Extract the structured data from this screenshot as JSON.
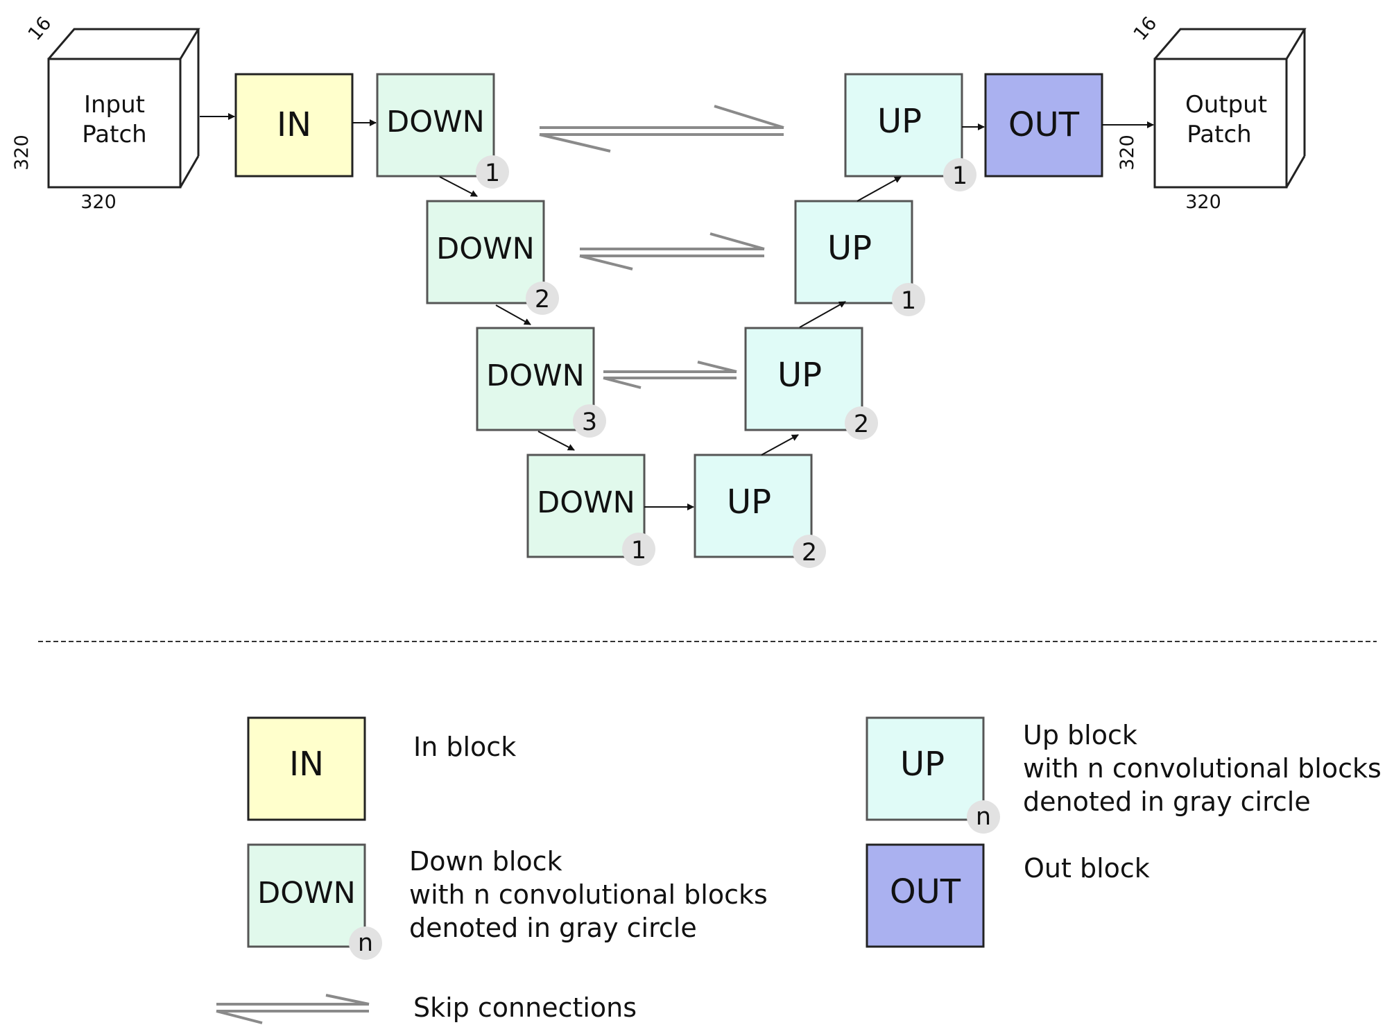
{
  "colors": {
    "in_block": "#ffffcc",
    "down_block": "#e1f9ec",
    "up_block": "#e0fbf7",
    "out_block": "#aab1f0",
    "badge": "#e2e2e2",
    "skip_line": "#8a8a8a"
  },
  "network": {
    "input_patch": {
      "line1": "Input",
      "line2": "Patch",
      "depth": "16",
      "height": "320",
      "width": "320"
    },
    "output_patch": {
      "line1": "Output",
      "line2": "Patch",
      "depth": "16",
      "height": "320",
      "width": "320"
    },
    "in_block": {
      "label": "IN"
    },
    "out_block": {
      "label": "OUT"
    },
    "down_blocks": [
      {
        "label": "DOWN",
        "n": "1"
      },
      {
        "label": "DOWN",
        "n": "2"
      },
      {
        "label": "DOWN",
        "n": "3"
      },
      {
        "label": "DOWN",
        "n": "1"
      }
    ],
    "up_blocks": [
      {
        "label": "UP",
        "n": "2"
      },
      {
        "label": "UP",
        "n": "2"
      },
      {
        "label": "UP",
        "n": "1"
      },
      {
        "label": "UP",
        "n": "1"
      }
    ]
  },
  "legend": {
    "in": {
      "label": "IN",
      "description": "In block"
    },
    "down": {
      "label": "DOWN",
      "badge": "n",
      "line1": "Down block",
      "line2": "with n convolutional blocks",
      "line3": "denoted in gray circle"
    },
    "up": {
      "label": "UP",
      "badge": "n",
      "line1": "Up block",
      "line2": "with n convolutional blocks",
      "line3": "denoted in gray circle"
    },
    "out": {
      "label": "OUT",
      "description": "Out block"
    },
    "skip": {
      "description": "Skip connections"
    }
  }
}
